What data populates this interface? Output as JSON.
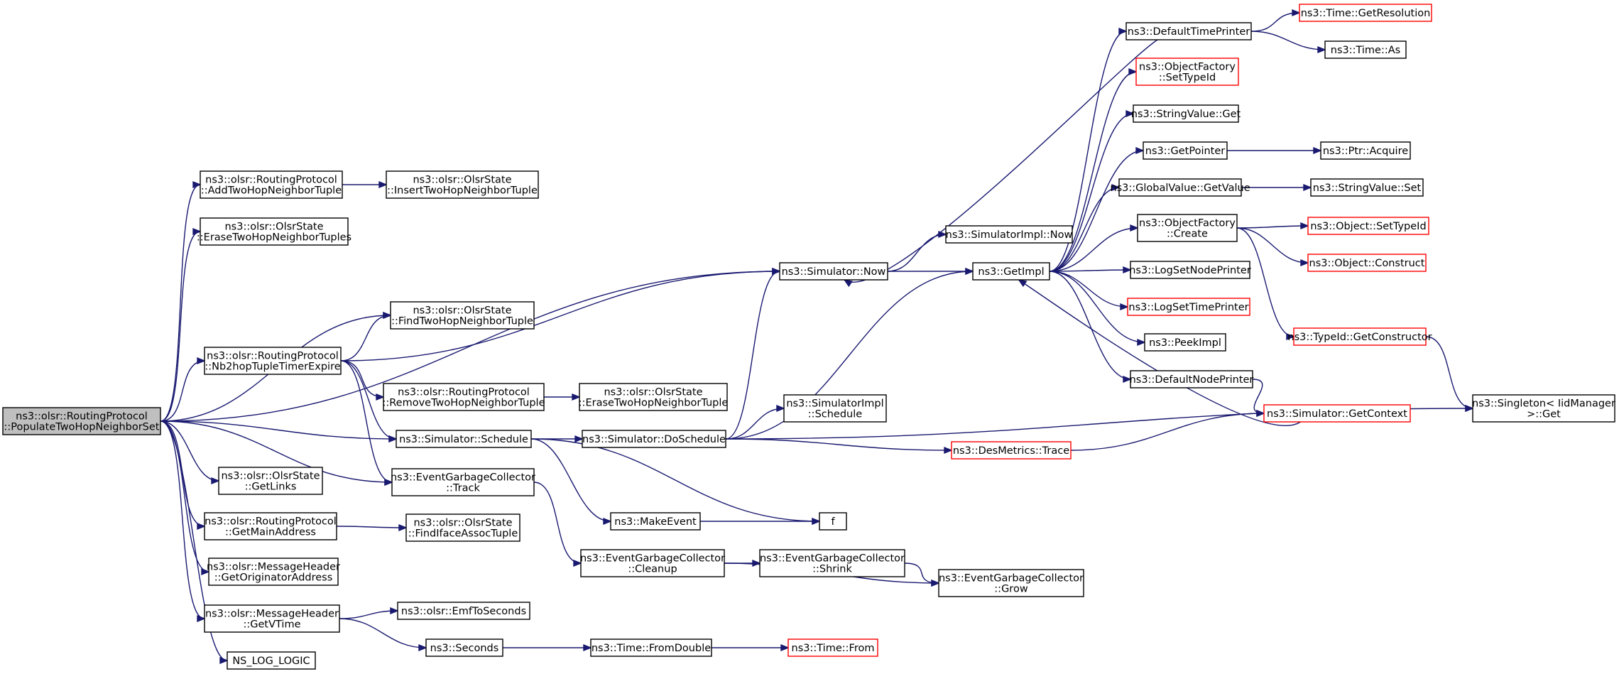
{
  "colors": {
    "edge": "#191970",
    "node_border": "#000000",
    "truncated_border": "#ff0000",
    "root_fill": "#bfbfbf",
    "node_fill": "#ffffff"
  },
  "nodes": [
    {
      "id": "root",
      "lines": [
        "ns3::olsr::RoutingProtocol",
        "::PopulateTwoHopNeighborSet"
      ],
      "style": "root"
    },
    {
      "id": "addTwoHop",
      "lines": [
        "ns3::olsr::RoutingProtocol",
        "::AddTwoHopNeighborTuple"
      ],
      "style": "normal"
    },
    {
      "id": "insertTwoHop",
      "lines": [
        "ns3::olsr::OlsrState",
        "::InsertTwoHopNeighborTuple"
      ],
      "style": "normal"
    },
    {
      "id": "eraseTwoHops",
      "lines": [
        "ns3::olsr::OlsrState",
        "::EraseTwoHopNeighborTuples"
      ],
      "style": "normal"
    },
    {
      "id": "findTwoHop",
      "lines": [
        "ns3::olsr::OlsrState",
        "::FindTwoHopNeighborTuple"
      ],
      "style": "normal"
    },
    {
      "id": "nb2hop",
      "lines": [
        "ns3::olsr::RoutingProtocol",
        "::Nb2hopTupleTimerExpire"
      ],
      "style": "normal"
    },
    {
      "id": "removeTwoHopRP",
      "lines": [
        "ns3::olsr::RoutingProtocol",
        "::RemoveTwoHopNeighborTuple"
      ],
      "style": "normal"
    },
    {
      "id": "eraseTwoHop",
      "lines": [
        "ns3::olsr::OlsrState",
        "::EraseTwoHopNeighborTuple"
      ],
      "style": "normal"
    },
    {
      "id": "schedule",
      "lines": [
        "ns3::Simulator::Schedule"
      ],
      "style": "normal"
    },
    {
      "id": "egcTrack",
      "lines": [
        "ns3::EventGarbageCollector",
        "::Track"
      ],
      "style": "normal"
    },
    {
      "id": "getLinks",
      "lines": [
        "ns3::olsr::OlsrState",
        "::GetLinks"
      ],
      "style": "normal"
    },
    {
      "id": "getMainAddr",
      "lines": [
        "ns3::olsr::RoutingProtocol",
        "::GetMainAddress"
      ],
      "style": "normal"
    },
    {
      "id": "findIface",
      "lines": [
        "ns3::olsr::OlsrState",
        "::FindIfaceAssocTuple"
      ],
      "style": "normal"
    },
    {
      "id": "getOrigAddr",
      "lines": [
        "ns3::olsr::MessageHeader",
        "::GetOriginatorAddress"
      ],
      "style": "normal"
    },
    {
      "id": "getVTime",
      "lines": [
        "ns3::olsr::MessageHeader",
        "::GetVTime"
      ],
      "style": "normal"
    },
    {
      "id": "emf",
      "lines": [
        "ns3::olsr::EmfToSeconds"
      ],
      "style": "normal"
    },
    {
      "id": "seconds",
      "lines": [
        "ns3::Seconds"
      ],
      "style": "normal"
    },
    {
      "id": "nslog",
      "lines": [
        "NS_LOG_LOGIC"
      ],
      "style": "normal"
    },
    {
      "id": "simNow",
      "lines": [
        "ns3::Simulator::Now"
      ],
      "style": "normal"
    },
    {
      "id": "doSchedule",
      "lines": [
        "ns3::Simulator::DoSchedule"
      ],
      "style": "normal"
    },
    {
      "id": "makeEvent",
      "lines": [
        "ns3::MakeEvent"
      ],
      "style": "normal"
    },
    {
      "id": "f",
      "lines": [
        "f"
      ],
      "style": "normal"
    },
    {
      "id": "egcCleanup",
      "lines": [
        "ns3::EventGarbageCollector",
        "::Cleanup"
      ],
      "style": "normal"
    },
    {
      "id": "egcShrink",
      "lines": [
        "ns3::EventGarbageCollector",
        "::Shrink"
      ],
      "style": "normal"
    },
    {
      "id": "egcGrow",
      "lines": [
        "ns3::EventGarbageCollector",
        "::Grow"
      ],
      "style": "normal"
    },
    {
      "id": "fromDouble",
      "lines": [
        "ns3::Time::FromDouble"
      ],
      "style": "normal"
    },
    {
      "id": "timeFrom",
      "lines": [
        "ns3::Time::From"
      ],
      "style": "truncated"
    },
    {
      "id": "simImplNow",
      "lines": [
        "ns3::SimulatorImpl::Now"
      ],
      "style": "normal"
    },
    {
      "id": "getImpl",
      "lines": [
        "ns3::GetImpl"
      ],
      "style": "normal"
    },
    {
      "id": "simImplSchedule",
      "lines": [
        "ns3::SimulatorImpl",
        "::Schedule"
      ],
      "style": "normal"
    },
    {
      "id": "desTrace",
      "lines": [
        "ns3::DesMetrics::Trace"
      ],
      "style": "truncated"
    },
    {
      "id": "defTimePrinter",
      "lines": [
        "ns3::DefaultTimePrinter"
      ],
      "style": "normal"
    },
    {
      "id": "getResolution",
      "lines": [
        "ns3::Time::GetResolution"
      ],
      "style": "truncated"
    },
    {
      "id": "timeAs",
      "lines": [
        "ns3::Time::As"
      ],
      "style": "normal"
    },
    {
      "id": "ofSetTypeId",
      "lines": [
        "ns3::ObjectFactory",
        "::SetTypeId"
      ],
      "style": "truncated"
    },
    {
      "id": "svGet",
      "lines": [
        "ns3::StringValue::Get"
      ],
      "style": "normal"
    },
    {
      "id": "getPointer",
      "lines": [
        "ns3::GetPointer"
      ],
      "style": "normal"
    },
    {
      "id": "ptrAcquire",
      "lines": [
        "ns3::Ptr::Acquire"
      ],
      "style": "normal"
    },
    {
      "id": "gvGetValue",
      "lines": [
        "ns3::GlobalValue::GetValue"
      ],
      "style": "normal"
    },
    {
      "id": "svSet",
      "lines": [
        "ns3::StringValue::Set"
      ],
      "style": "normal"
    },
    {
      "id": "ofCreate",
      "lines": [
        "ns3::ObjectFactory",
        "::Create"
      ],
      "style": "normal"
    },
    {
      "id": "objSetTypeId",
      "lines": [
        "ns3::Object::SetTypeId"
      ],
      "style": "truncated"
    },
    {
      "id": "objConstruct",
      "lines": [
        "ns3::Object::Construct"
      ],
      "style": "truncated"
    },
    {
      "id": "logNode",
      "lines": [
        "ns3::LogSetNodePrinter"
      ],
      "style": "normal"
    },
    {
      "id": "logTime",
      "lines": [
        "ns3::LogSetTimePrinter"
      ],
      "style": "truncated"
    },
    {
      "id": "peekImpl",
      "lines": [
        "ns3::PeekImpl"
      ],
      "style": "normal"
    },
    {
      "id": "defNodePrinter",
      "lines": [
        "ns3::DefaultNodePrinter"
      ],
      "style": "normal"
    },
    {
      "id": "getCtor",
      "lines": [
        "ns3::TypeId::GetConstructor"
      ],
      "style": "truncated"
    },
    {
      "id": "getContext",
      "lines": [
        "ns3::Simulator::GetContext"
      ],
      "style": "truncated"
    },
    {
      "id": "singletonGet",
      "lines": [
        "ns3::Singleton< IidManager",
        " >::Get"
      ],
      "style": "normal"
    }
  ],
  "edges": [
    {
      "from": "root",
      "to": "addTwoHop"
    },
    {
      "from": "root",
      "to": "eraseTwoHops"
    },
    {
      "from": "root",
      "to": "simNow"
    },
    {
      "from": "root",
      "to": "findTwoHop"
    },
    {
      "from": "root",
      "to": "nb2hop"
    },
    {
      "from": "root",
      "to": "schedule"
    },
    {
      "from": "root",
      "to": "egcTrack"
    },
    {
      "from": "root",
      "to": "getLinks"
    },
    {
      "from": "root",
      "to": "getMainAddr"
    },
    {
      "from": "root",
      "to": "getOrigAddr"
    },
    {
      "from": "root",
      "to": "getVTime"
    },
    {
      "from": "root",
      "to": "nslog"
    },
    {
      "from": "addTwoHop",
      "to": "insertTwoHop"
    },
    {
      "from": "nb2hop",
      "to": "findTwoHop"
    },
    {
      "from": "nb2hop",
      "to": "simNow"
    },
    {
      "from": "nb2hop",
      "to": "removeTwoHopRP"
    },
    {
      "from": "nb2hop",
      "to": "schedule"
    },
    {
      "from": "nb2hop",
      "to": "egcTrack"
    },
    {
      "from": "removeTwoHopRP",
      "to": "eraseTwoHop"
    },
    {
      "from": "schedule",
      "to": "doSchedule"
    },
    {
      "from": "schedule",
      "to": "makeEvent"
    },
    {
      "from": "schedule",
      "to": "f"
    },
    {
      "from": "egcTrack",
      "to": "egcCleanup"
    },
    {
      "from": "getMainAddr",
      "to": "findIface"
    },
    {
      "from": "getVTime",
      "to": "emf"
    },
    {
      "from": "getVTime",
      "to": "seconds"
    },
    {
      "from": "seconds",
      "to": "fromDouble"
    },
    {
      "from": "fromDouble",
      "to": "timeFrom"
    },
    {
      "from": "makeEvent",
      "to": "f"
    },
    {
      "from": "egcCleanup",
      "to": "egcShrink"
    },
    {
      "from": "egcCleanup",
      "to": "egcGrow"
    },
    {
      "from": "egcShrink",
      "to": "egcGrow"
    },
    {
      "from": "doSchedule",
      "to": "simNow"
    },
    {
      "from": "doSchedule",
      "to": "getImpl"
    },
    {
      "from": "doSchedule",
      "to": "simImplSchedule"
    },
    {
      "from": "doSchedule",
      "to": "desTrace"
    },
    {
      "from": "doSchedule",
      "to": "singletonGet"
    },
    {
      "from": "simNow",
      "to": "simImplNow"
    },
    {
      "from": "simNow",
      "to": "getImpl"
    },
    {
      "from": "getImpl",
      "to": "defTimePrinter"
    },
    {
      "from": "getImpl",
      "to": "ofSetTypeId"
    },
    {
      "from": "getImpl",
      "to": "svGet"
    },
    {
      "from": "getImpl",
      "to": "getPointer"
    },
    {
      "from": "getImpl",
      "to": "gvGetValue"
    },
    {
      "from": "getImpl",
      "to": "ofCreate"
    },
    {
      "from": "getImpl",
      "to": "logNode"
    },
    {
      "from": "getImpl",
      "to": "logTime"
    },
    {
      "from": "getImpl",
      "to": "peekImpl"
    },
    {
      "from": "getImpl",
      "to": "defNodePrinter"
    },
    {
      "from": "defTimePrinter",
      "to": "simNow"
    },
    {
      "from": "defTimePrinter",
      "to": "getResolution"
    },
    {
      "from": "defTimePrinter",
      "to": "timeAs"
    },
    {
      "from": "getPointer",
      "to": "ptrAcquire"
    },
    {
      "from": "gvGetValue",
      "to": "svSet"
    },
    {
      "from": "ofCreate",
      "to": "objSetTypeId"
    },
    {
      "from": "ofCreate",
      "to": "objConstruct"
    },
    {
      "from": "ofCreate",
      "to": "getCtor"
    },
    {
      "from": "getCtor",
      "to": "singletonGet"
    },
    {
      "from": "defNodePrinter",
      "to": "getContext"
    },
    {
      "from": "getContext",
      "to": "getImpl"
    },
    {
      "from": "desTrace",
      "to": "getContext"
    }
  ]
}
